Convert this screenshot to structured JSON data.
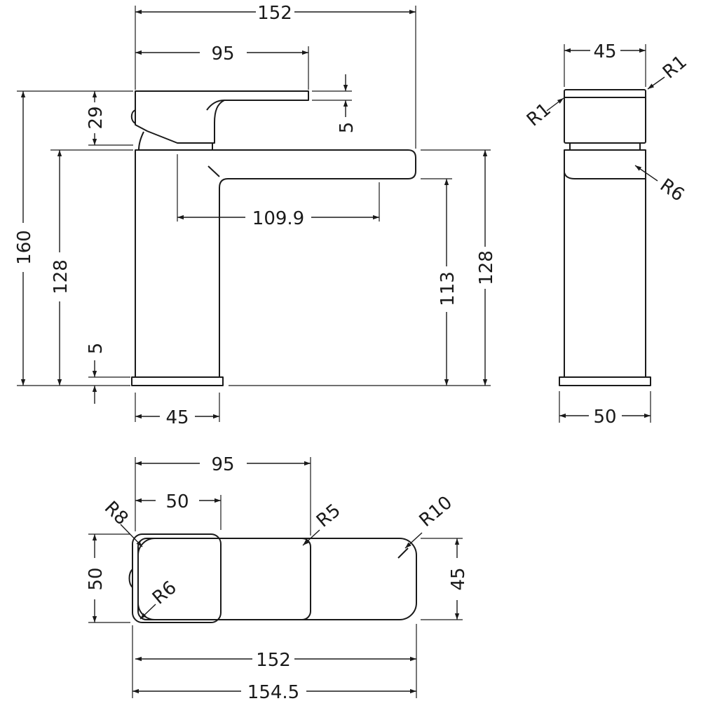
{
  "colors": {
    "line": "#1a1a1a",
    "background": "#ffffff"
  },
  "front_view": {
    "overall_width": "152",
    "handle_reach": "95",
    "handle_gap": "5",
    "handle_height": "29",
    "overall_height": "160",
    "body_height_left": "128",
    "base_thickness": "5",
    "base_depth": "45",
    "spout_length": "109.9",
    "spout_clearance": "113",
    "body_height_right": "128"
  },
  "side_view": {
    "handle_width": "45",
    "radius_top_right": "R1",
    "radius_top_left": "R1",
    "radius_spout": "R6",
    "base_width": "50"
  },
  "plan_view": {
    "handle_reach": "95",
    "handle_width": "50",
    "radius_back": "R8",
    "radius_handle": "R5",
    "radius_spout_tip": "R10",
    "body_width": "50",
    "radius_inner": "R6",
    "spout_width": "45",
    "overall_length": "152",
    "overall_length_total": "154.5"
  }
}
